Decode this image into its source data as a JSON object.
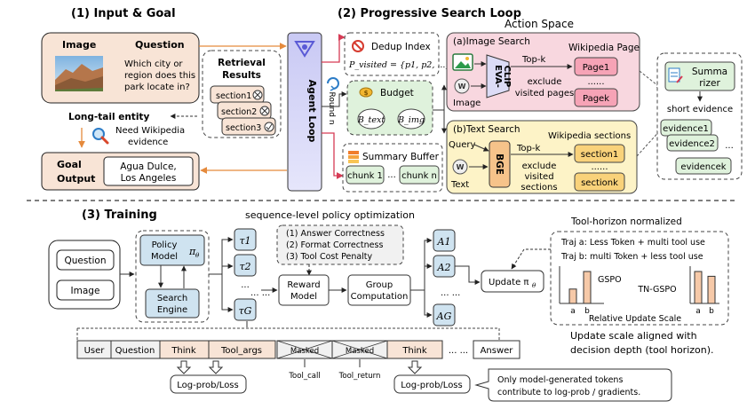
{
  "sections": {
    "input_goal": "(1) Input & Goal",
    "search_loop": "(2) Progressive Search Loop",
    "training": "(3) Training"
  },
  "input": {
    "image_label": "Image",
    "question_label": "Question",
    "question_text": [
      "Which city or",
      "region does this",
      "park locate in?"
    ],
    "long_tail": "Long-tail entity",
    "need_wiki": [
      "Need Wikipedia",
      "evidence"
    ]
  },
  "retrieval": {
    "title": [
      "Retrieval",
      "Results"
    ],
    "sections": [
      "section1",
      "section2",
      "section3"
    ]
  },
  "goal": {
    "label": [
      "Goal",
      "Output"
    ],
    "answer": [
      "Agua Dulce,",
      "Los Angeles"
    ]
  },
  "agent_loop": {
    "label": "Agent Loop",
    "round_label": "Round n"
  },
  "action_space": {
    "title": "Action Space"
  },
  "dedup": {
    "title": "Dedup Index",
    "formula": "P_visited = {p1, p2, ...}"
  },
  "budget": {
    "title": "Budget",
    "b_text": "B_text",
    "b_img": "B_img"
  },
  "summary_buffer": {
    "title": "Summary Buffer",
    "chunk1": "chunk 1",
    "dots": "...",
    "chunkn": "chunk n"
  },
  "image_search": {
    "title": "(a)Image Search",
    "wiki_title": "Wikipedia Page",
    "encoder": [
      "EVA-",
      "CLIP"
    ],
    "topk": "Top-k",
    "exclude": [
      "exclude",
      "visited pages"
    ],
    "input_label": "Image",
    "pages": [
      "Page1",
      "Pagek"
    ],
    "dots": "......"
  },
  "text_search": {
    "title": "(b)Text Search",
    "wiki_title": "Wikipedia sections",
    "query": "Query",
    "encoder": "BGE",
    "topk": "Top-k",
    "exclude": [
      "exclude",
      "visited",
      "sections"
    ],
    "input_label": "Text",
    "sections": [
      "section1",
      "sectionk"
    ],
    "dots": "......"
  },
  "summarizer": {
    "label": [
      "Summa",
      "rizer"
    ],
    "short_evidence": "short evidence",
    "evidence": [
      "evidence1",
      "evidence2",
      "evidencek"
    ],
    "dots": "..."
  },
  "training": {
    "spo_title": "sequence-level policy optimization",
    "question": "Question",
    "image": "Image",
    "policy_model": [
      "Policy",
      "Model"
    ],
    "pi": "π",
    "theta": "θ",
    "search_engine": [
      "Search",
      "Engine"
    ],
    "taus": [
      "τ1",
      "τ2",
      "τG"
    ],
    "tau_dots": "...",
    "criteria": [
      "(1) Answer Correctness",
      "(2) Format Correctness",
      "(3) Tool Cost Penalty"
    ],
    "reward_model": [
      "Reward",
      "Model"
    ],
    "group_computation": [
      "Group",
      "Computation"
    ],
    "advantages": [
      "A1",
      "A2",
      "AG"
    ],
    "update": "Update π",
    "dots_left": "... ...",
    "dots_right": "... ..."
  },
  "tool_horizon": {
    "title": "Tool-horizon normalized",
    "traj_a": "Traj a: Less Token + multi tool use",
    "traj_b": "Traj b: multi Token + less tool use",
    "gspo": "GSPO",
    "tngspo": "TN-GSPO",
    "a": "a",
    "b": "b",
    "relative": "Relative Update Scale",
    "gspo_values": [
      0.45,
      1.0
    ],
    "tngspo_values": [
      1.0,
      0.85
    ],
    "caption": [
      "Update scale aligned with",
      "decision depth (tool horizon)."
    ]
  },
  "sequence": {
    "tokens": [
      "User",
      "Question",
      "Think",
      "Tool_args",
      "Masked",
      "Masked",
      "Think"
    ],
    "dots": "... ...",
    "answer": "Answer",
    "tool_call": "Tool_call",
    "tool_return": "Tool_return",
    "logprob1": "Log-prob/Loss",
    "logprob2": "Log-prob/Loss",
    "note": [
      "Only model-generated tokens",
      "contribute to log-prob / gradients."
    ]
  },
  "colors": {
    "pink": "#f8d7df",
    "orange_bg": "#f8e4d6",
    "yellow": "#fdf3c7",
    "blue": "#d7e8f4",
    "lavender": "#dcdcf6",
    "green": "#dff2dc",
    "grey": "#f1f1f1"
  }
}
